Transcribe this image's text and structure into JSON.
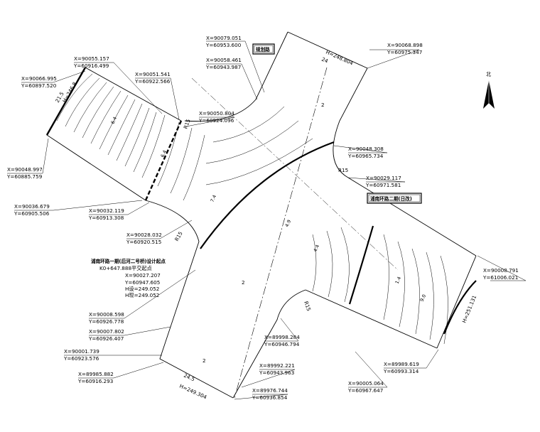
{
  "north_label": "北",
  "road_labels": {
    "north_road": "规划路",
    "east_road": "浦南环路二期(日改)"
  },
  "design_point": {
    "line1": "浦南环路一期(后河二号桥)设计起点",
    "line2": "K0+647.888平交起点",
    "line3": "X=90027.207",
    "line4": "Y=60947.605",
    "line5": "H设=249.052",
    "line6": "H现=249.052"
  },
  "coordinates": [
    {
      "x": "X=90079.051",
      "y": "Y=60953.600"
    },
    {
      "x": "X=90058.461",
      "y": "Y=60943.987"
    },
    {
      "x": "X=90068.898",
      "y": "Y=60975.347"
    },
    {
      "x": "X=90055.157",
      "y": "Y=60916.499"
    },
    {
      "x": "X=90051.541",
      "y": "Y=60922.566"
    },
    {
      "x": "X=90066.995",
      "y": "Y=60897.520"
    },
    {
      "x": "X=90050.804",
      "y": "Y=60924.096"
    },
    {
      "x": "X=90048.308",
      "y": "Y=60965.734"
    },
    {
      "x": "X=90029.117",
      "y": "Y=60971.581"
    },
    {
      "x": "X=90048.997",
      "y": "Y=60885.759"
    },
    {
      "x": "X=90036.679",
      "y": "Y=60905.506"
    },
    {
      "x": "X=90032.119",
      "y": "Y=60913.308"
    },
    {
      "x": "X=90028.032",
      "y": "Y=60920.515"
    },
    {
      "x": "X=90008.791",
      "y": "Y=61006.021"
    },
    {
      "x": "X=90008.598",
      "y": "Y=60926.778"
    },
    {
      "x": "X=90007.802",
      "y": "Y=60926.407"
    },
    {
      "x": "X=89998.284",
      "y": "Y=60946.794"
    },
    {
      "x": "X=90001.739",
      "y": "Y=60923.576"
    },
    {
      "x": "X=89992.221",
      "y": "Y=60943.963"
    },
    {
      "x": "X=89989.619",
      "y": "Y=60993.314"
    },
    {
      "x": "X=89985.882",
      "y": "Y=60916.293"
    },
    {
      "x": "X=90005.064",
      "y": "Y=60967.647"
    },
    {
      "x": "X=89976.744",
      "y": "Y=60936.854"
    }
  ],
  "elevations": {
    "north": "H=248.804",
    "south": "H=249.304",
    "east": "H=251.131",
    "west": "H=246.8"
  },
  "radii": [
    "R15",
    "R15",
    "R15",
    "R15"
  ],
  "widths": [
    "24",
    "24.5",
    "21.5"
  ],
  "slopes": [
    "2",
    "2",
    "2"
  ],
  "contours": [
    "7.4",
    "4.9",
    "4.4",
    "6.4",
    "1.4",
    "6.4",
    "9.0"
  ]
}
